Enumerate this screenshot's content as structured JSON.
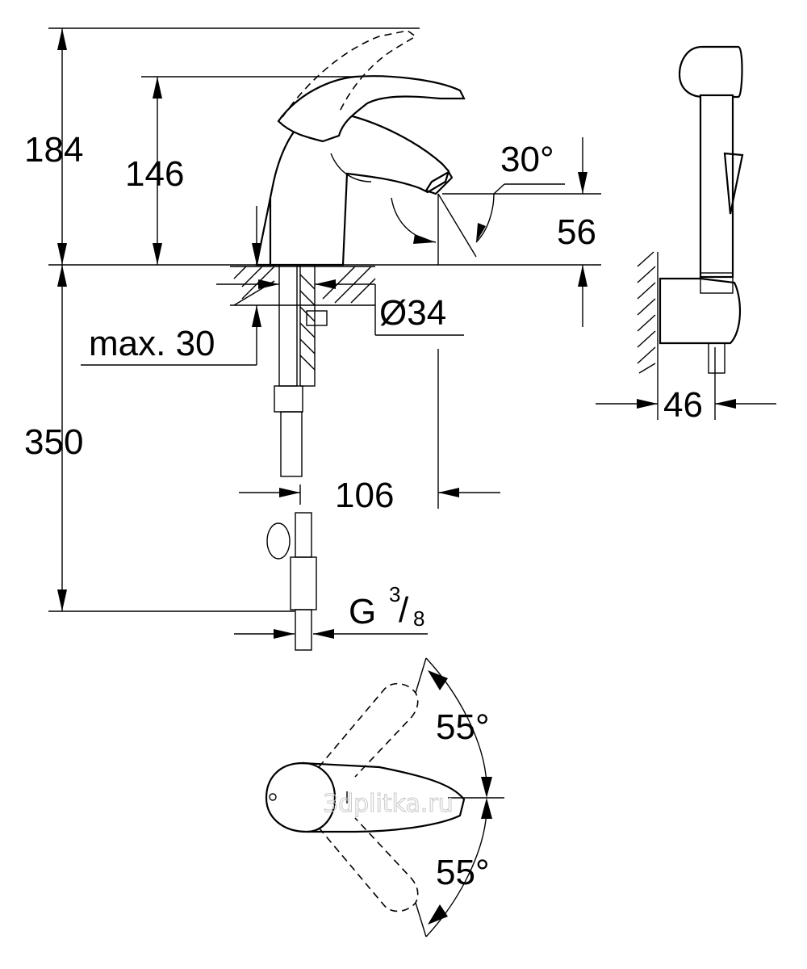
{
  "dimensions": {
    "total_height": "184",
    "spout_height": "146",
    "spout_angle": "30°",
    "spout_clearance": "56",
    "deck_thickness": "max. 30",
    "mount_hole": "Ø34",
    "hose_length": "350",
    "spout_reach": "106",
    "thread_main": "G",
    "thread_num": "3",
    "thread_den": "8",
    "hand_shower_width": "46",
    "lever_angle_top": "55°",
    "lever_angle_bottom": "55°"
  },
  "watermark": "3dplitka.ru"
}
